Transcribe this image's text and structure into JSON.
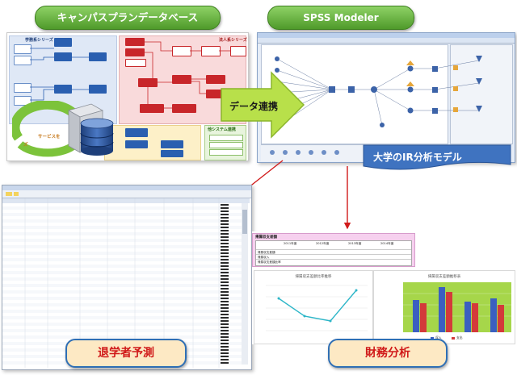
{
  "headers": {
    "campus_db": "キャンパスプランデータベース",
    "spss": "SPSS Modeler"
  },
  "campus_panel": {
    "series_left": "学務系シリーズ",
    "series_right": "法人系シリーズ",
    "other_systems": "他システム連携",
    "service": "サービスを",
    "service2": "ズ"
  },
  "arrow_label": "データ連携",
  "ir_model_label": "大学のIR分析モデル",
  "finance_panel": {
    "table_title": "帰属収支差額",
    "year_cols": [
      "2011年度",
      "2012年度",
      "2013年度",
      "2014年度"
    ],
    "row_labels": [
      "帰属収支差額",
      "帰属収入",
      "帰属収支差額比率"
    ],
    "line_chart_title": "帰属収支差額比率推移",
    "bar_chart_title": "帰属収支差額推移表",
    "legend": [
      "収入",
      "支出"
    ]
  },
  "bottom_labels": {
    "dropout": "退学者予測",
    "finance": "財務分析"
  },
  "colors": {
    "arrow_green": "#b8e04a",
    "ir_blue": "#3f73c0",
    "red_arrow": "#d11b1b",
    "label_border": "#2f6fb5",
    "label_fill": "#fde9c4",
    "label_text": "#d01818"
  }
}
